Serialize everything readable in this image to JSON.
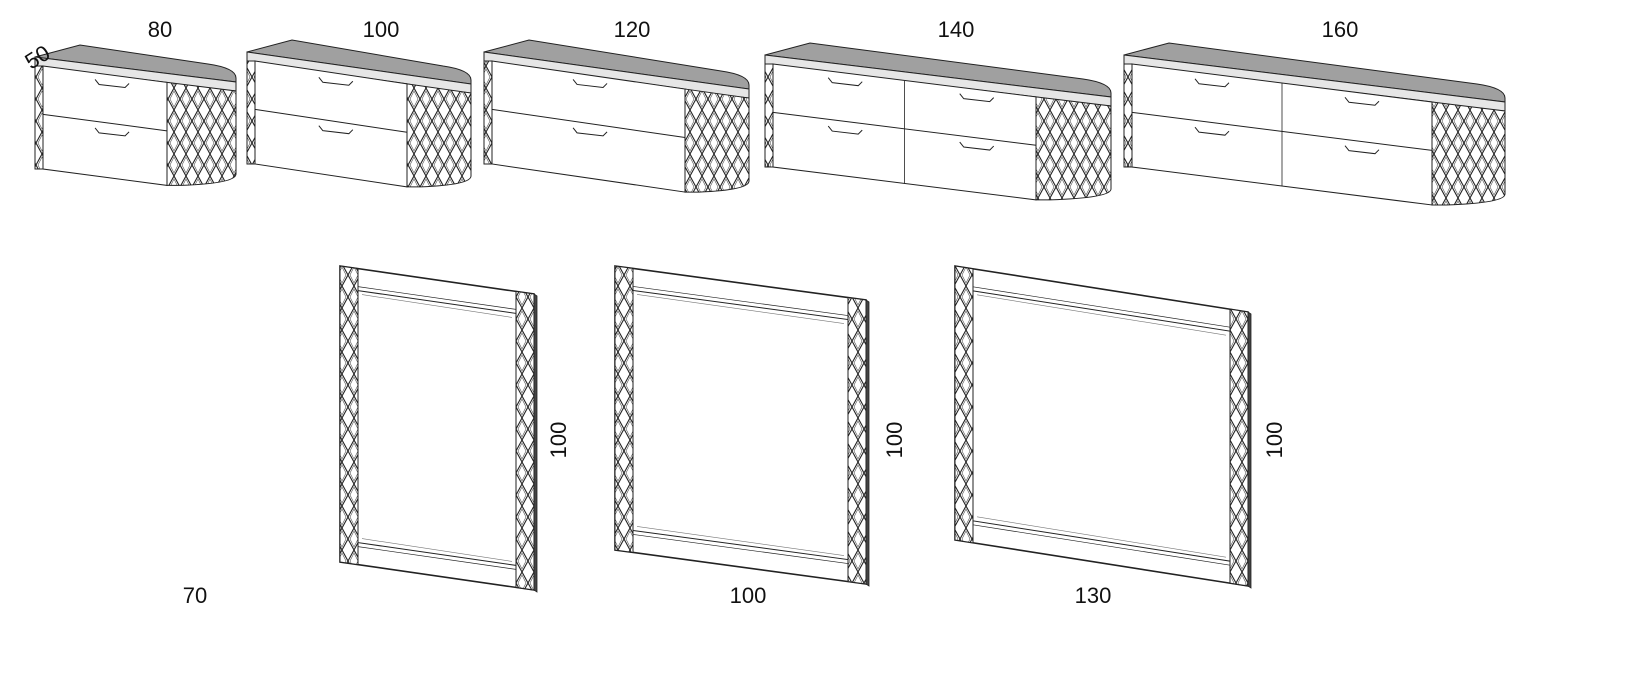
{
  "depth_label": "50",
  "cabinets": [
    {
      "width_label": "80",
      "drawer_columns": 1
    },
    {
      "width_label": "100",
      "drawer_columns": 1
    },
    {
      "width_label": "120",
      "drawer_columns": 1
    },
    {
      "width_label": "140",
      "drawer_columns": 2
    },
    {
      "width_label": "160",
      "drawer_columns": 2
    }
  ],
  "mirrors": [
    {
      "width_label": "70",
      "height_label": "100"
    },
    {
      "width_label": "100",
      "height_label": "100"
    },
    {
      "width_label": "130",
      "height_label": "100"
    }
  ],
  "colors": {
    "top": "#a0a0a0",
    "line": "#222222",
    "body": "#ffffff",
    "edge": "#e6e6e6"
  }
}
